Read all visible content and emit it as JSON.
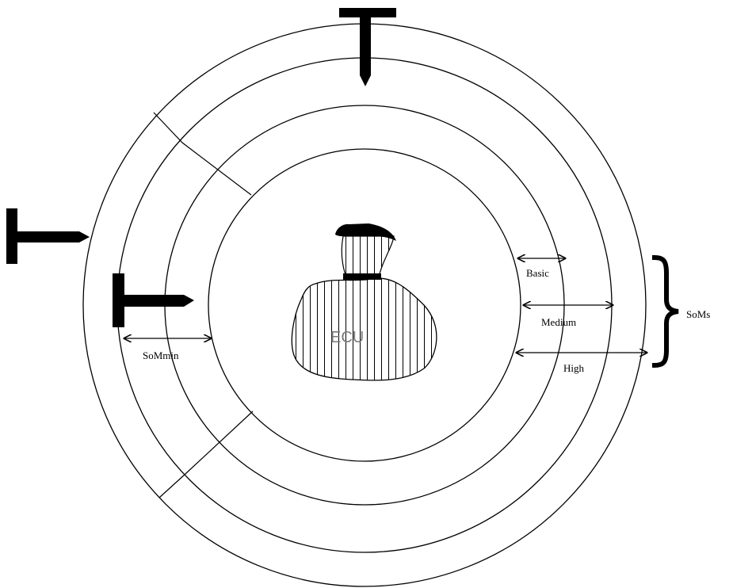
{
  "labels": {
    "basic": "Basic",
    "medium": "Medium",
    "high": "High",
    "somin": "SoMmin",
    "soms": "SoMs",
    "ecu": "ECU"
  },
  "icons": {
    "top_tack": "t-shaped-attacker-icon",
    "left_tack_outer": "t-shaped-attacker-icon",
    "left_tack_inner": "t-shaped-attacker-icon",
    "asset": "money-bag-icon",
    "brace": "right-curly-brace-icon"
  },
  "colors": {
    "line": "#000000",
    "ecu_text": "#7a7a7a",
    "background": "#ffffff"
  }
}
